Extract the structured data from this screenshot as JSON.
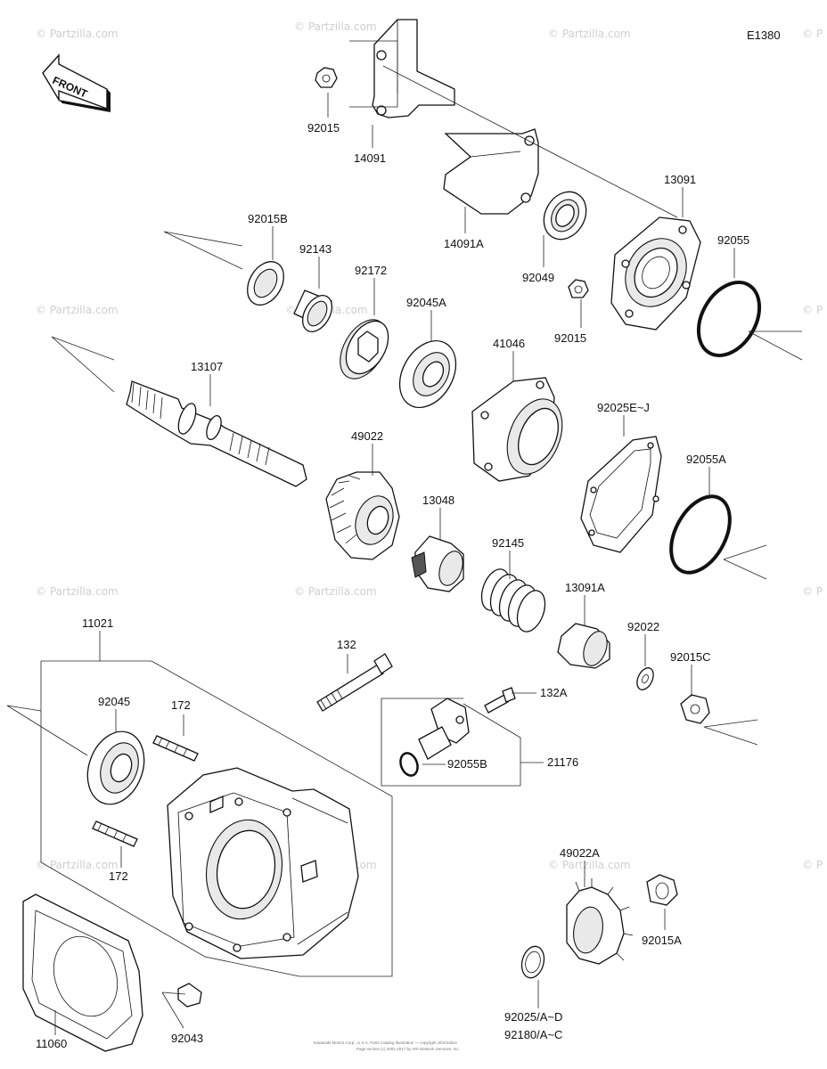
{
  "diagram_code": "E1380",
  "front_label": "FRONT",
  "watermark": "© Partzilla.com",
  "watermark_short": "© P",
  "footer_line1": "Kawasaki Motors Corp., U.S.A. Parts Catalog Illustration — copyright information",
  "footer_line2": "Page section (c) 2001-2017 by ARI Network Services, Inc.",
  "part_labels": {
    "p92015_top": "92015",
    "p14091": "14091",
    "p14091A": "14091A",
    "p13091": "13091",
    "p92055": "92055",
    "p92049": "92049",
    "p92015_mid": "92015",
    "p92015B": "92015B",
    "p92143": "92143",
    "p92172": "92172",
    "p92045A": "92045A",
    "p41046": "41046",
    "p13107": "13107",
    "p49022": "49022",
    "p92025EJ": "92025E~J",
    "p92055A": "92055A",
    "p13048": "13048",
    "p92145": "92145",
    "p13091A": "13091A",
    "p92022": "92022",
    "p92015C": "92015C",
    "p11021": "11021",
    "p132": "132",
    "p132A": "132A",
    "p92045": "92045",
    "p172_top": "172",
    "p92055B": "92055B",
    "p21176": "21176",
    "p172_bot": "172",
    "p49022A": "49022A",
    "p92015A": "92015A",
    "p11060": "11060",
    "p92043": "92043",
    "p92025AD": "92025/A~D",
    "p92180AC": "92180/A~C"
  }
}
